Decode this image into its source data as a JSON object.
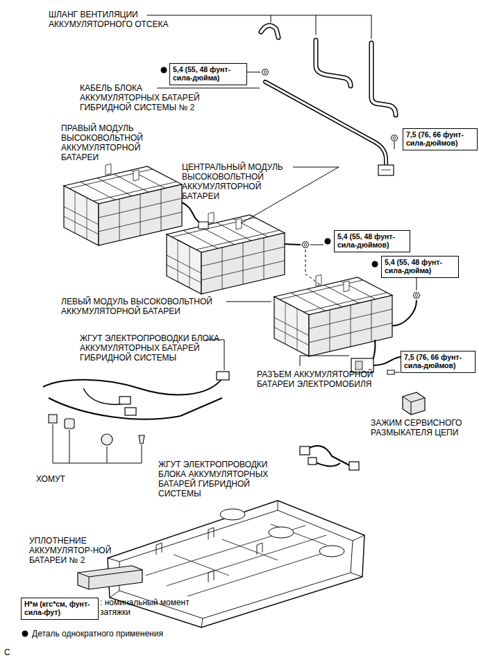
{
  "diagram": {
    "nodes": [
      {
        "text": [
          "5,4 (55, 48 фунт-сила-дюйма)"
        ]
      },
      {
        "text": [
          "7,5 (76, 66 фунт-сила-дюймов)"
        ]
      },
      {
        "text": [
          "5,4 (55, 48 фунт-сила-дюймов)"
        ]
      },
      {
        "text": [
          "5,4 (55, 48 фунт-сила-дюйма)"
        ]
      },
      {
        "text": [
          "7,5 (76, 66 фунт-сила-дюймов)"
        ]
      },
      {
        "text": [
          "Н*м (кгс*см, фунт-сила-фут)"
        ]
      }
    ],
    "labels": [
      "ШЛАНГ ВЕНТИЛЯЦИИ АККУМУЛЯТОРНОГО ОТСЕКА",
      "КАБЕЛЬ БЛОКА АККУМУЛЯТОРНЫХ БАТАРЕЙ ГИБРИДНОЙ СИСТЕМЫ № 2",
      "ПРАВЫЙ МОДУЛЬ ВЫСОКОВОЛЬТНОЙ АККУМУЛЯТОРНОЙ БАТАРЕИ",
      "ЦЕНТРАЛЬНЫЙ МОДУЛЬ ВЫСОКОВОЛЬТНОЙ АККУМУЛЯТОРНОЙ БАТАРЕИ",
      "ЛЕВЫЙ МОДУЛЬ ВЫСОКОВОЛЬТНОЙ АККУМУЛЯТОРНОЙ БАТАРЕИ",
      "ЖГУТ ЭЛЕКТРОПРОВОДКИ БЛОКА АККУМУЛЯТОРНЫХ БАТАРЕЙ ГИБРИДНОЙ СИСТЕМЫ",
      "РАЗЪЕМ АККУМУЛЯТОРНОЙ БАТАРЕИ ЭЛЕКТРОМОБИЛЯ",
      "ЗАЖИМ СЕРВИСНОГО РАЗМЫКАТЕЛЯ ЦЕПИ",
      "ХОМУТ",
      "ЖГУТ ЭЛЕКТРОПРОВОДКИ БЛОКА АККУМУЛЯТОРНЫХ БАТАРЕЙ ГИБРИДНОЙ СИСТЕМЫ",
      "УПЛОТНЕНИЕ АККУМУЛЯТОР-НОЙ БАТАРЕИ № 2",
      "C"
    ],
    "legend": [
      {
        "text": ": номинальный момент затяжки"
      },
      {
        "text": "Деталь однократного применения"
      }
    ]
  }
}
